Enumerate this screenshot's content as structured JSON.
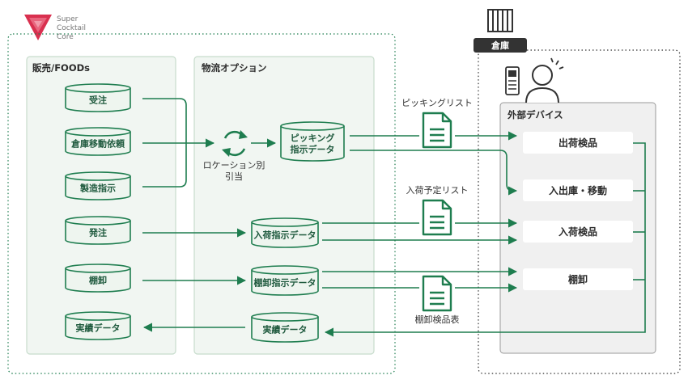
{
  "logo": {
    "line1": "Super",
    "line2": "Cocktail",
    "line3": "Core"
  },
  "panels": {
    "sales": "販売/FOODs",
    "logistics": "物流オプション",
    "device": "外部デバイス",
    "warehouse_tag": "倉庫"
  },
  "sales_items": {
    "order": "受注",
    "transfer": "倉庫移動依頼",
    "manufacture": "製造指示",
    "purchase": "発注",
    "stocktake": "棚卸",
    "actual": "実績データ"
  },
  "logistics_items": {
    "location_line1": "ロケーション別",
    "location_line2": "引当",
    "picking_line1": "ピッキング",
    "picking_line2": "指示データ",
    "receiving": "入荷指示データ",
    "stocktake": "棚卸指示データ",
    "actual": "実績データ"
  },
  "documents": {
    "picking_list": "ピッキングリスト",
    "receiving_list": "入荷予定リスト",
    "stocktake_sheet": "棚卸検品表"
  },
  "device_items": {
    "shipping": "出荷検品",
    "inout": "入出庫・移動",
    "receiving": "入荷検品",
    "stocktake": "棚卸"
  },
  "colors": {
    "accent": "#1e7d4f",
    "cylinder_fill": "#eef5ef",
    "panel_fill": "#f1f6f2",
    "panel_border": "#c7dccc",
    "device_panel": "#f0f0f0",
    "logo_red": "#d9304f"
  }
}
